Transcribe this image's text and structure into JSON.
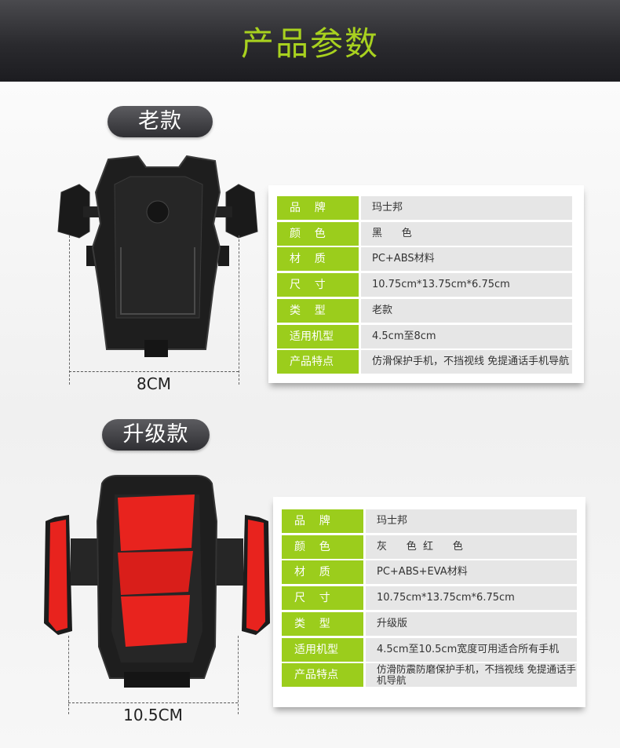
{
  "header": {
    "title": "产品参数"
  },
  "old_model": {
    "badge": "老款",
    "width_label": "8CM",
    "specs": [
      {
        "label": "品    牌",
        "value": "玛士邦"
      },
      {
        "label": "颜    色",
        "value": "黑      色"
      },
      {
        "label": "材    质",
        "value": "PC+ABS材料"
      },
      {
        "label": "尺    寸",
        "value": "10.75cm*13.75cm*6.75cm"
      },
      {
        "label": "类    型",
        "value": "老款"
      },
      {
        "label": "适用机型",
        "value": "4.5cm至8cm"
      },
      {
        "label": "产品特点",
        "value": "仿滑保护手机，不挡视线 免提通话手机导航"
      }
    ]
  },
  "new_model": {
    "badge": "升级款",
    "width_label": "10.5CM",
    "specs": [
      {
        "label": "品    牌",
        "value": "玛士邦"
      },
      {
        "label": "颜    色",
        "value": "灰      色  红      色"
      },
      {
        "label": "材    质",
        "value": "PC+ABS+EVA材料"
      },
      {
        "label": "尺    寸",
        "value": "10.75cm*13.75cm*6.75cm"
      },
      {
        "label": "类    型",
        "value": "升级版"
      },
      {
        "label": "适用机型",
        "value": "4.5cm至10.5cm宽度可用适合所有手机"
      },
      {
        "label": "产品特点",
        "value": "仿滑防震防磨保护手机，不挡视线 免提通话手机导航"
      }
    ]
  },
  "colors": {
    "accent": "#9bcd1c",
    "title": "#a8d11f",
    "strap_red": "#e8231e"
  }
}
